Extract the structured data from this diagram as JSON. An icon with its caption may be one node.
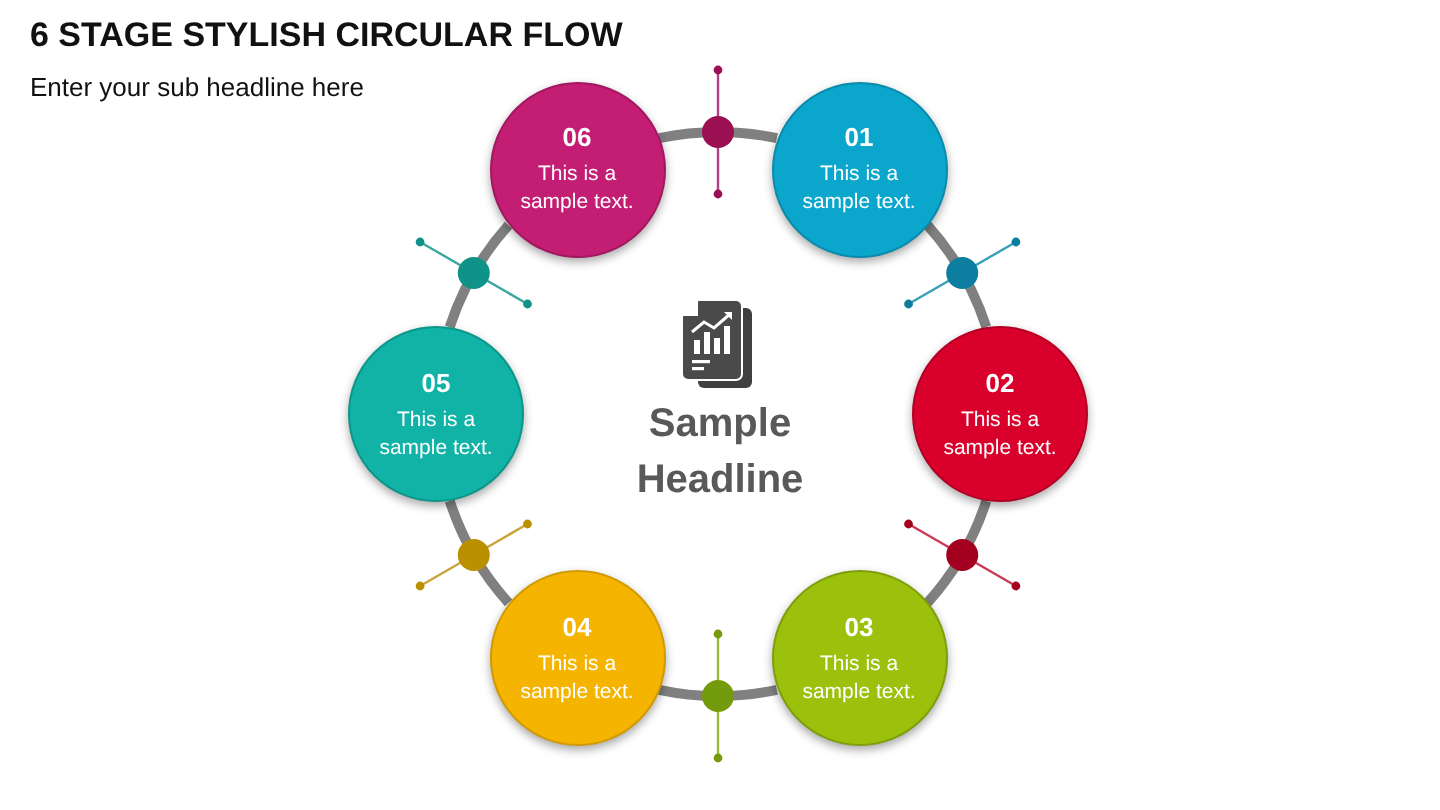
{
  "diagram": {
    "title": "6 STAGE STYLISH CIRCULAR FLOW",
    "nodes": [
      {
        "text": [
          "01",
          "This is a sample text."
        ]
      },
      {
        "text": [
          "02",
          "This is a sample text."
        ]
      },
      {
        "text": [
          "03",
          "This is a sample text."
        ]
      },
      {
        "text": [
          "04",
          "This is a sample text."
        ]
      },
      {
        "text": [
          "05",
          "This is a sample text."
        ]
      },
      {
        "text": [
          "06",
          "This is a sample text."
        ]
      }
    ],
    "edges": [
      {
        "from": 0,
        "to": 1,
        "arrow": "none"
      },
      {
        "from": 1,
        "to": 2,
        "arrow": "none"
      },
      {
        "from": 2,
        "to": 3,
        "arrow": "none"
      },
      {
        "from": 3,
        "to": 4,
        "arrow": "none"
      },
      {
        "from": 4,
        "to": 5,
        "arrow": "none"
      },
      {
        "from": 5,
        "to": 0,
        "arrow": "none"
      }
    ],
    "labels": [
      "Enter your sub headline here",
      "Sample Headline"
    ]
  }
}
